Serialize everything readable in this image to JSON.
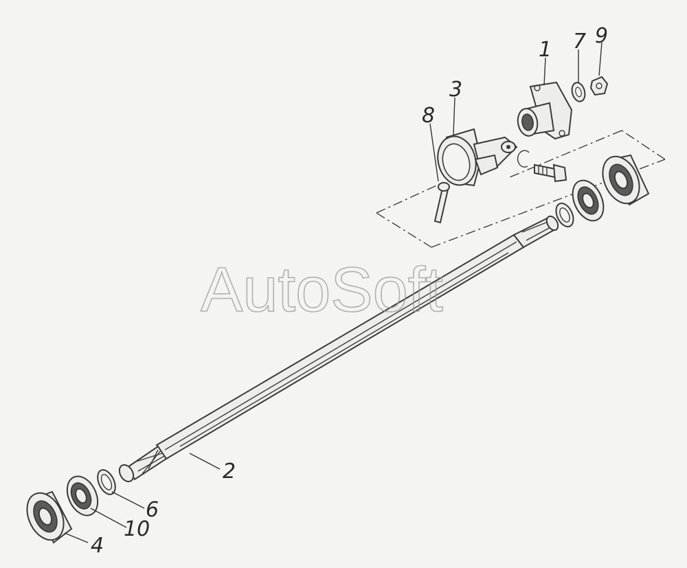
{
  "watermark": "AutoSoft",
  "labels": {
    "p1": "1",
    "p2": "2",
    "p3": "3",
    "p4": "4",
    "p6": "6",
    "p7": "7",
    "p8": "8",
    "p9": "9",
    "p10": "10"
  }
}
